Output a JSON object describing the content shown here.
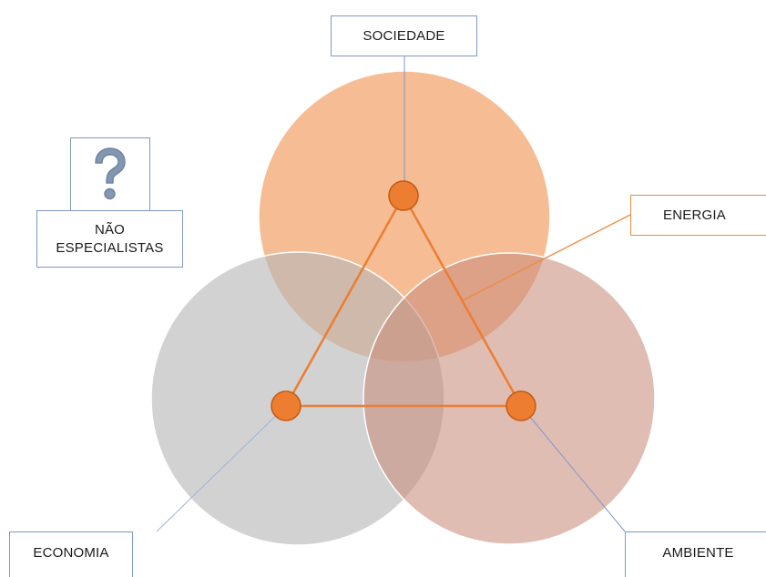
{
  "labels": {
    "sociedade": "SOCIEDADE",
    "energia": "ENERGIA",
    "economia": "ECONOMIA",
    "ambiente": "AMBIENTE",
    "nao_especialistas_line1": "NÃO",
    "nao_especialistas_line2": "ESPECIALISTAS"
  },
  "icons": {
    "question": "question-mark-icon"
  },
  "colors": {
    "sociedade_circle": "#f4b183",
    "economia_circle": "#c9c9c9",
    "ambiente_circle": "#d9a79a",
    "node": "#ed7d31",
    "triangle": "#ed7d31",
    "blue_border": "#7f97c8",
    "question_icon": "#8497b0"
  }
}
